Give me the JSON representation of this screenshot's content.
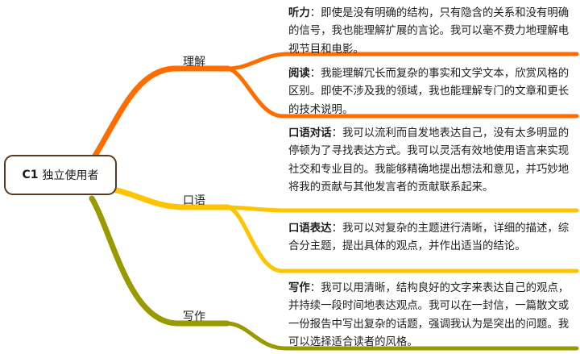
{
  "root": {
    "level": "C1",
    "title": "独立使用者",
    "border_color": "#5a3a1e"
  },
  "branches": [
    {
      "label": "理解",
      "color": "#ff6c00",
      "leaves": [
        {
          "heading": "听力",
          "separator": "：",
          "text": "即使是没有明确的结构，只有隐含的关系和没有明确的信号，我也能理解扩展的言论。我可以毫不费力地理解电视节目和电影。"
        },
        {
          "heading": "阅读",
          "separator": "：",
          "text": "我能理解冗长而复杂的事实和文学文本，欣赏风格的区别。即使不涉及我的领域，我也能理解专门的文章和更长的技术说明。"
        }
      ]
    },
    {
      "label": "口语",
      "color": "#ffc400",
      "leaves": [
        {
          "heading": "口语对话",
          "separator": "：",
          "text": "我可以流利而自发地表达自己，没有太多明显的停顿为了寻找表达方式。我可以灵活有效地使用语言来实现社交和专业目的。我能够精确地提出想法和意见，并巧妙地将我的贡献与其他发言者的贡献联系起来。"
        },
        {
          "heading": "口语表达",
          "separator": "：",
          "text": "我可以对复杂的主题进行清晰，详细的描述，综合分主题，提出具体的观点，并作出适当的结论。"
        }
      ]
    },
    {
      "label": "写作",
      "color": "#999900",
      "leaves": [
        {
          "heading": "写作",
          "separator": "：",
          "text": "我可以用清晰，结构良好的文字来表达自己的观点，并持续一段时间地表达观点。我可以在一封信，一篇散文或一份报告中写出复杂的话题，强调我认为是突出的问题。我可以选择适合读者的风格。"
        }
      ]
    }
  ]
}
